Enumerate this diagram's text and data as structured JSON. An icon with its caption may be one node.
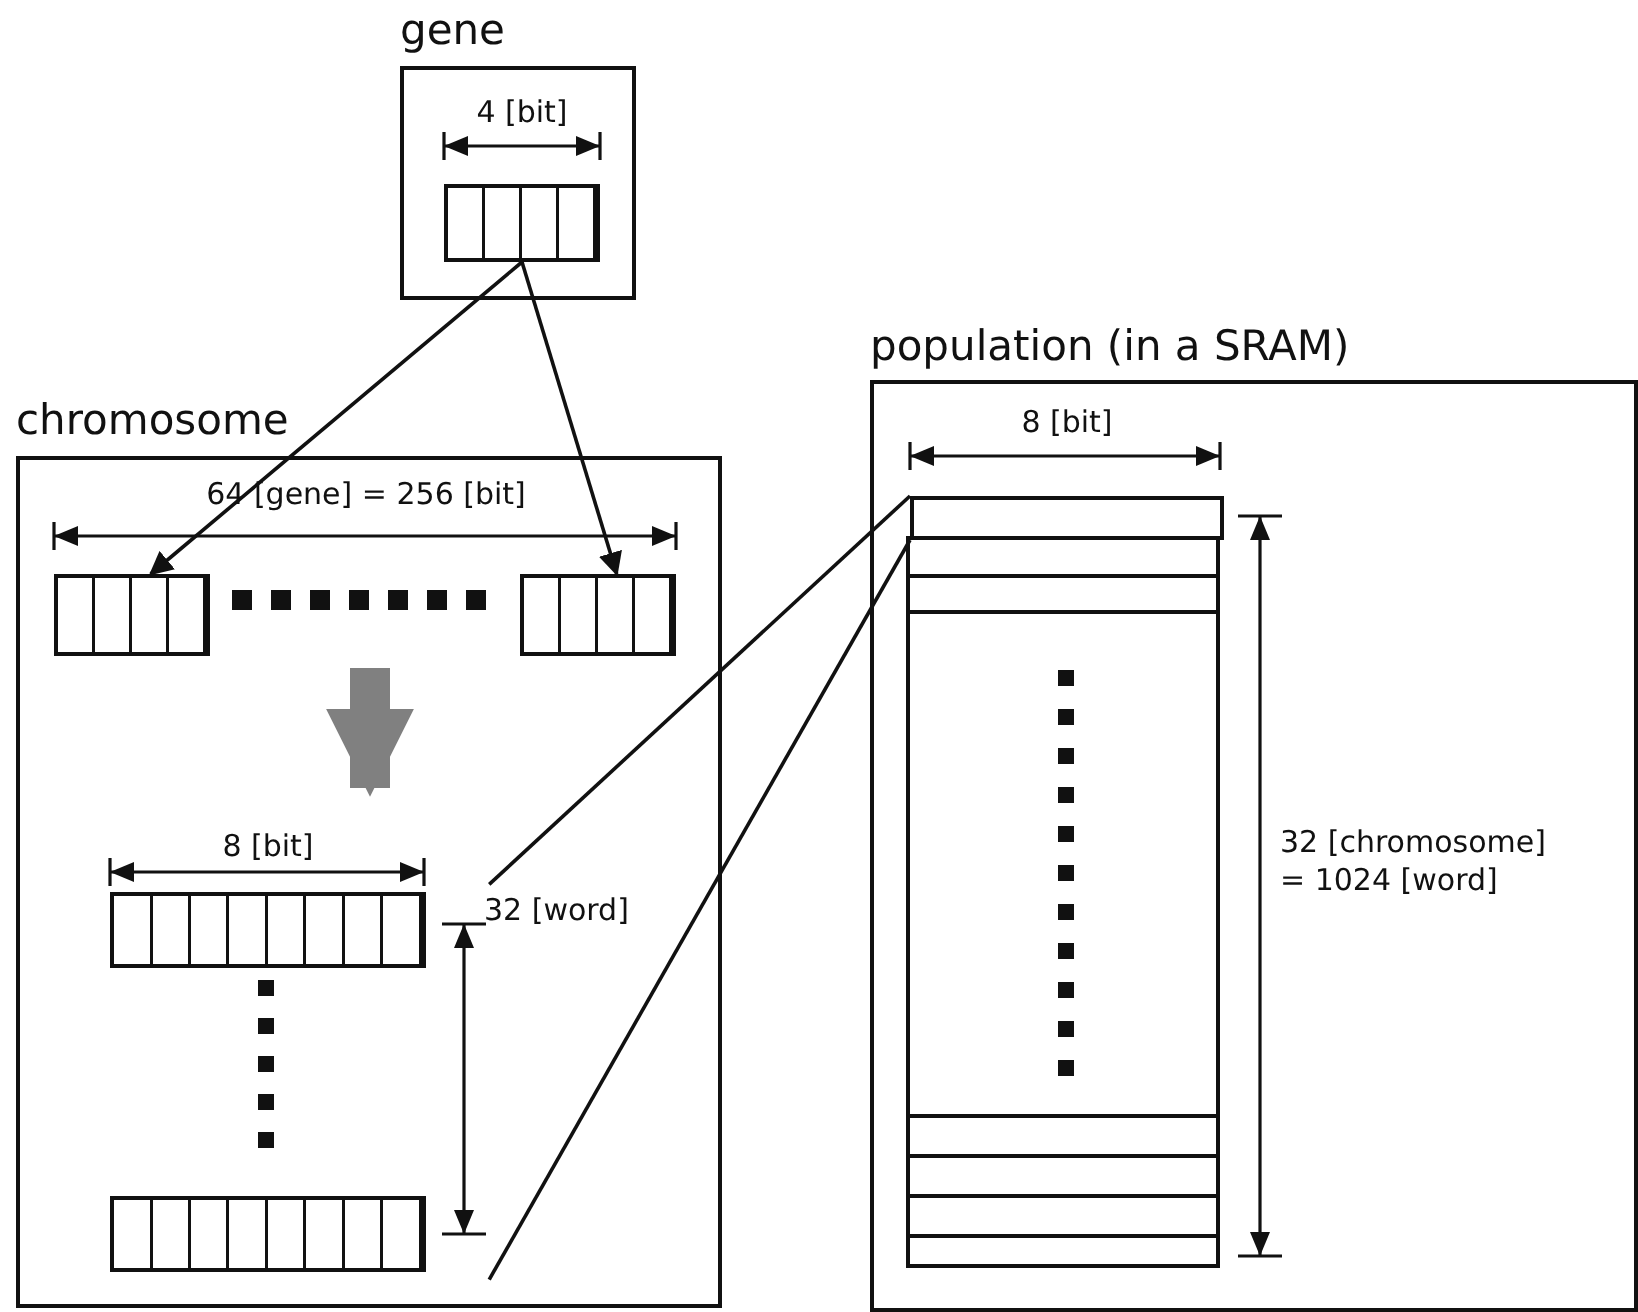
{
  "diagram": {
    "nodes": [
      {
        "text": [
          "gene"
        ]
      },
      {
        "text": [],
        "shape": "box",
        "in": 0,
        "beside": [
          "4 [bit]"
        ]
      },
      {
        "text": [
          "chromosome"
        ]
      },
      {
        "text": [],
        "shape": "box",
        "in": 2
      },
      {
        "text": [],
        "shape": "box",
        "in": 2
      },
      {
        "text": [],
        "shape": "box",
        "in": 2,
        "beside": [
          "8 [bit]"
        ]
      },
      {
        "text": [],
        "shape": "box",
        "in": 2
      },
      {
        "text": [
          "population (in a SRAM)"
        ]
      },
      {
        "text": [],
        "shape": "box",
        "in": 7,
        "beside": [
          "8 [bit]"
        ]
      }
    ],
    "edges": [
      {
        "from": 1,
        "to": 3,
        "arrow": "to"
      },
      {
        "from": 1,
        "to": 4,
        "arrow": "to"
      },
      {
        "from": null,
        "to": 5,
        "arrow": "to",
        "style": "thick",
        "color": "#808080"
      },
      {
        "from": 5,
        "to": 8,
        "arrow": "none"
      },
      {
        "from": 6,
        "to": 8,
        "arrow": "none"
      }
    ],
    "labels": [
      "64 [gene] = 256 [bit]",
      "32 [word]",
      "32 [chromosome] = 1024 [word]"
    ]
  }
}
